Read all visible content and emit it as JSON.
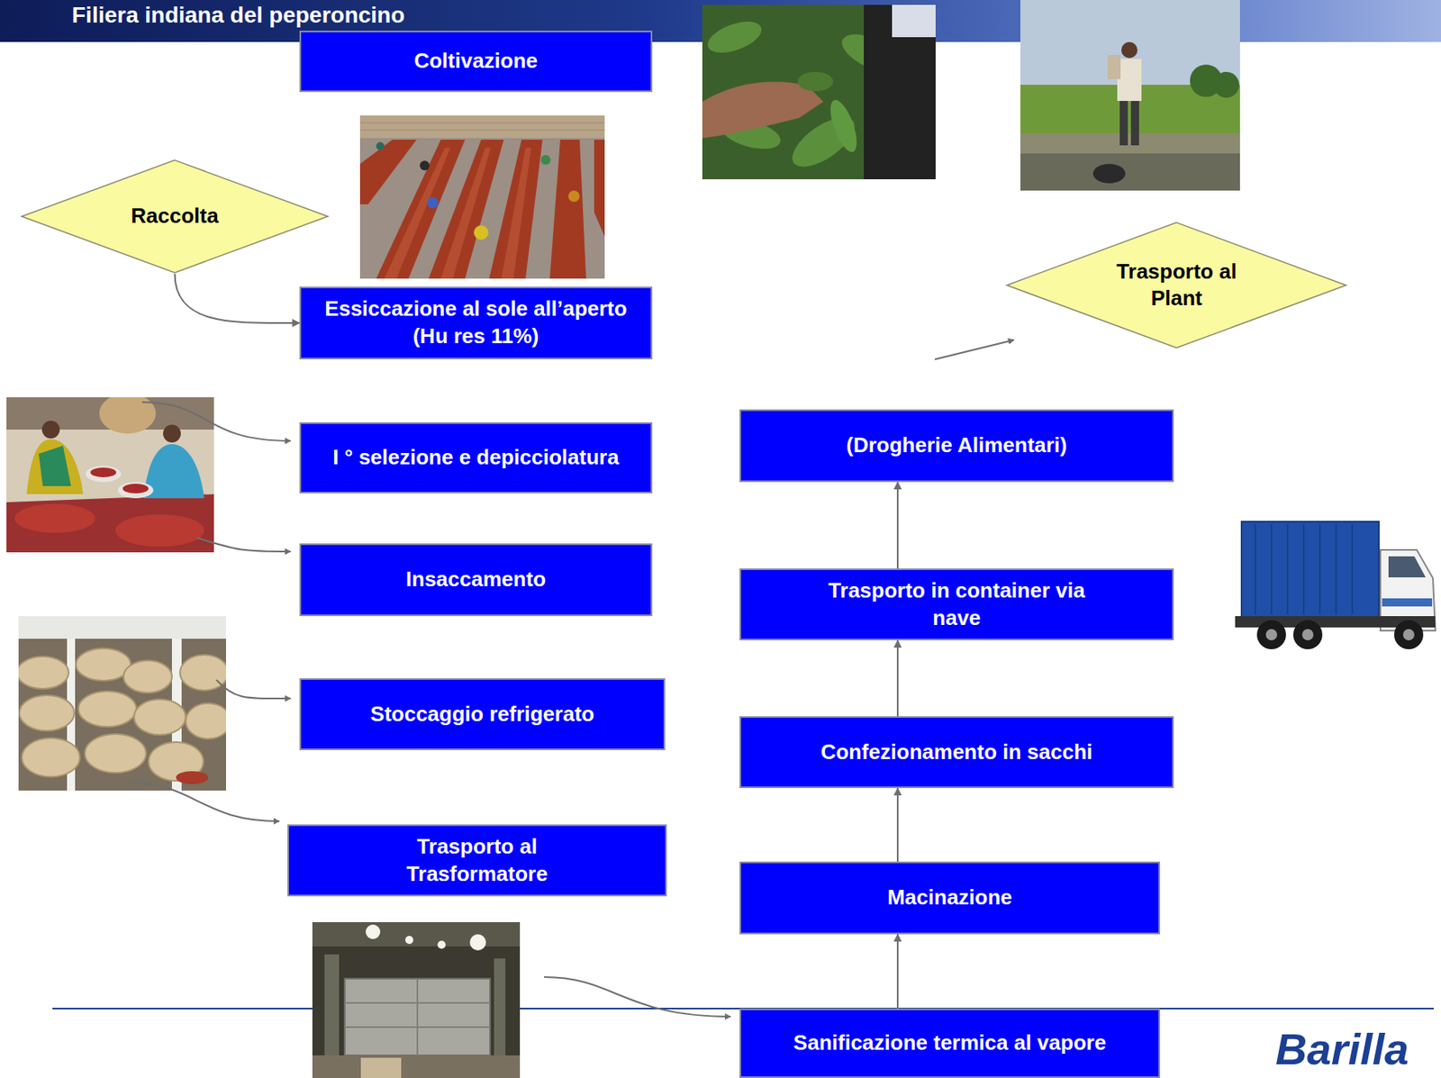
{
  "diagram": {
    "title": "Filiera indiana del peperoncino",
    "nodes": [
      {
        "text": [
          "Coltivazione"
        ]
      },
      {
        "text": [
          "Raccolta"
        ]
      },
      {
        "text": [
          "Essiccazione al sole all’aperto (Hu res 11%)"
        ]
      },
      {
        "text": [
          "I ° selezione e depicciolatura"
        ]
      },
      {
        "text": [
          "Insaccamento"
        ]
      },
      {
        "text": [
          "Stoccaggio refrigerato"
        ]
      },
      {
        "text": [
          "Trasporto al Trasformatore"
        ]
      },
      {
        "text": [
          "Sanificazione termica al vapore"
        ]
      },
      {
        "text": [
          "Macinazione"
        ]
      },
      {
        "text": [
          "Confezionamento in sacchi"
        ]
      },
      {
        "text": [
          "Trasporto in container via nave"
        ]
      },
      {
        "text": [
          "(Drogherie Alimentari)"
        ]
      },
      {
        "text": [
          "Trasporto al Plant"
        ]
      }
    ],
    "edges": [
      {
        "from": 1,
        "to": 2,
        "arrow": "to"
      },
      {
        "from": 7,
        "to": 8,
        "arrow": "to"
      },
      {
        "from": 8,
        "to": 9,
        "arrow": "to"
      },
      {
        "from": 9,
        "to": 10,
        "arrow": "to"
      },
      {
        "from": 10,
        "to": 11,
        "arrow": "to"
      }
    ],
    "labels": [
      "Barilla"
    ]
  }
}
